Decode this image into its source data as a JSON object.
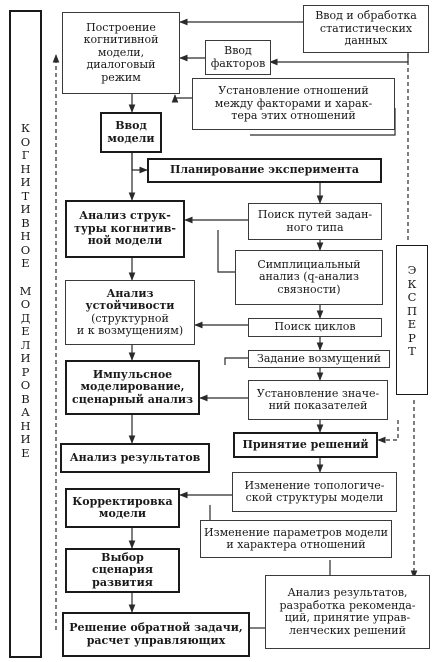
{
  "left_column_title": "КОГНИТИВНОЕ МОДЕЛИРОВАНИЕ",
  "expert_label": "ЭКСПЕРТ",
  "boxes": {
    "cognitive_model": "Построение\nкогнитивной\nмодели,\nдиалоговый режим",
    "stat_input": "Ввод и обработка\nстатистических\nданных",
    "factor_input": "Ввод\nфакторов",
    "relations": "Установление отношений\nмежду факторами и харак-\nтера этих отношений",
    "model_input": "Ввод\nмодели",
    "planning": "Планирование эксперимента",
    "structure_analysis": "Анализ струк-\nтуры когнитив-\nной модели",
    "path_search": "Поиск путей задан-\nного типа",
    "simplicial": "Симплициальный\nанализ (q-анализ\nсвязности)",
    "stability": "Анализ\nустойчивости\n(структурной\nи к возмущениям)",
    "cycle_search": "Поиск циклов",
    "perturbations": "Задание возмущений",
    "impulse": "Импульсное\nмоделирование,\nсценарный анализ",
    "indicators": "Установление значе-\nний показателей",
    "decision": "Принятие решений",
    "results_analysis": "Анализ результатов",
    "topology": "Изменение топологиче-\nской структуры модели",
    "correction": "Корректировка\nмодели",
    "param_change": "Изменение параметров модели\nи характера отношений",
    "scenario": "Выбор сценария\nразвития",
    "recommendations": "Анализ результатов,\nразработка рекоменда-\nций, принятие управ-\nленческих решений",
    "inverse": "Решение обратной задачи,\nрасчет управляющих"
  }
}
